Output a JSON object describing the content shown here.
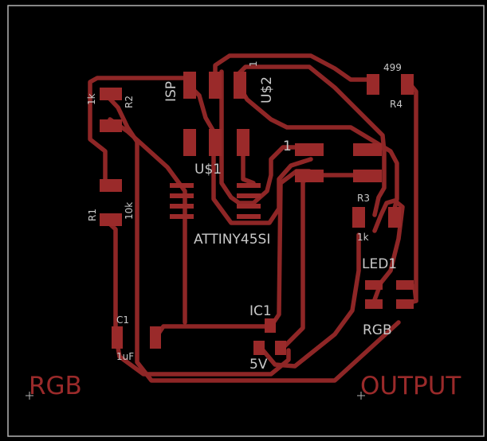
{
  "board": {
    "background": "#000000",
    "outline_color": "#b4b4b4",
    "copper_color": "#9a2a2a",
    "silk_color": "#c8c8c8"
  },
  "labels": {
    "isp": "ISP",
    "usb2": "U$2",
    "usb2_pin1": "1",
    "usb1": "U$1",
    "attiny": "ATTINY45SI",
    "r499": "499",
    "r4": "R4",
    "r2_val": "1k",
    "r2": "R2",
    "pin1": "1",
    "r3": "R3",
    "r3_val": "1k",
    "led1": "LED1",
    "r1": "R1",
    "r1_val": "10k",
    "ic1": "IC1",
    "c1": "C1",
    "c1_val": "1uF",
    "v5": "5V",
    "rgb_part": "RGB",
    "rgb_big": "RGB",
    "output_big": "OUTPUT"
  }
}
